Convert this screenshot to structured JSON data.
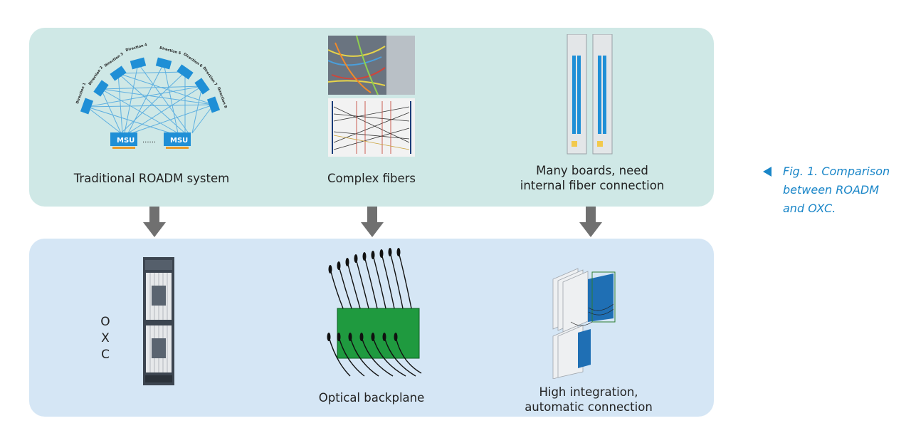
{
  "top_panel": {
    "roadm_label": "Traditional ROADM system",
    "fibers_label": "Complex fibers",
    "boards_label": "Many boards, need\ninternal fiber connection",
    "msu_label": "MSU",
    "directions": [
      "Direction 1",
      "Direction 2",
      "Direction 3",
      "Direction 4",
      "Direction 5",
      "Direction 6",
      "Direction 7",
      "Direction 8"
    ]
  },
  "bottom_panel": {
    "oxc_letters": [
      "O",
      "X",
      "C"
    ],
    "backplane_label": "Optical backplane",
    "integration_label": "High integration,\nautomatic connection"
  },
  "caption": {
    "text": "Fig. 1. Comparison between ROADM and OXC."
  },
  "colors": {
    "top_panel_bg": "#cfe8e6",
    "bottom_panel_bg": "#d5e6f5",
    "caption": "#1a86c8",
    "arrow": "#707070",
    "board_blue": "#1f8fd6",
    "backplane_green": "#1f9a3f"
  }
}
